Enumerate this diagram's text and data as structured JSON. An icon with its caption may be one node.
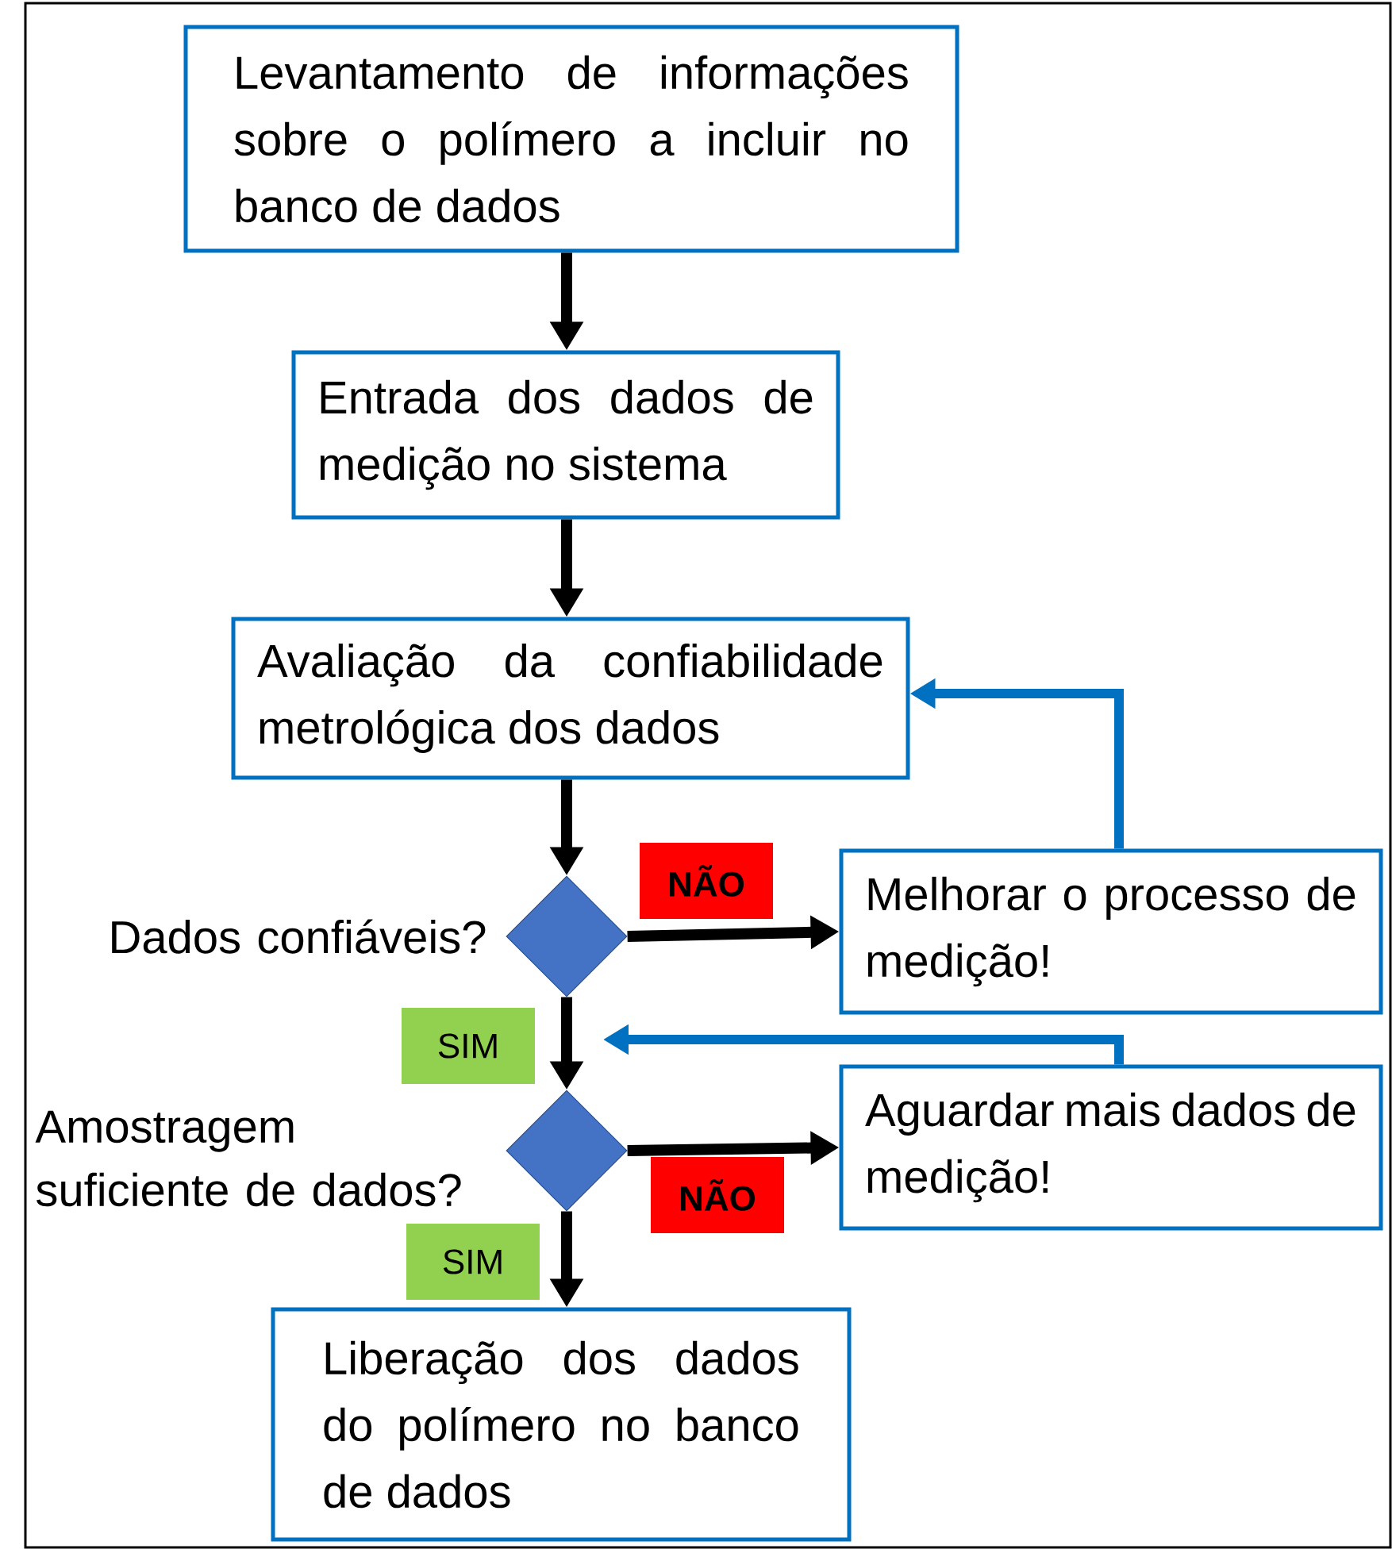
{
  "diagram": {
    "nodes": [
      {
        "text": [
          "Levantamento de informações sobre o polímero a incluir no banco de dados"
        ]
      },
      {
        "text": [
          "Entrada dos dados de medição no sistema"
        ]
      },
      {
        "text": [
          "Avaliação da confiabilidade metrológica dos dados"
        ]
      },
      {
        "text": [],
        "shape": "diamond",
        "beside": [
          "Dados confiáveis?"
        ]
      },
      {
        "text": [
          "Melhorar o processo de medição!"
        ]
      },
      {
        "text": [],
        "shape": "diamond",
        "beside": [
          "Amostragem suficiente de dados?"
        ]
      },
      {
        "text": [
          "Aguardar mais dados de medição!"
        ]
      },
      {
        "text": [
          "Liberação dos dados do polímero no banco de dados"
        ]
      }
    ],
    "edges": [
      {
        "from": 0,
        "to": 1,
        "arrow": "to"
      },
      {
        "from": 1,
        "to": 2,
        "arrow": "to"
      },
      {
        "from": 2,
        "to": 3,
        "arrow": "to"
      },
      {
        "from": 3,
        "to": 4,
        "arrow": "to",
        "label": "NÃO"
      },
      {
        "from": 3,
        "to": 5,
        "arrow": "to",
        "label": "SIM"
      },
      {
        "from": 5,
        "to": 6,
        "arrow": "to",
        "label": "NÃO"
      },
      {
        "from": 5,
        "to": 7,
        "arrow": "to",
        "label": "SIM"
      },
      {
        "from": 4,
        "to": 2,
        "arrow": "to",
        "color": "#0070c0"
      },
      {
        "from": 6,
        "to": null,
        "arrow": "to",
        "color": "#0070c0"
      }
    ]
  }
}
